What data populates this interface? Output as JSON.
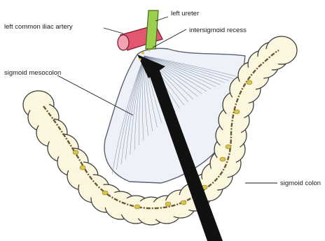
{
  "labels": {
    "left_common_iliac_artery": "left common iliac artery",
    "left_ureter": "left ureter",
    "intersigmoid_recess": "intersigmoid recess",
    "sigmoid_mesocolon": "sigmoid mesocolon",
    "sigmoid_colon": "sigmoid colon"
  },
  "colors": {
    "colon_fill": "#fbf6de",
    "colon_outline": "#3a3a3a",
    "mesocolon_fill": "#eef2f8",
    "mesocolon_lines": "#6e7e9a",
    "artery": "#e2576f",
    "ureter": "#9ccf4e",
    "vessel": "#6b5532",
    "node": "#d8c54a",
    "arrow": "#111111"
  }
}
